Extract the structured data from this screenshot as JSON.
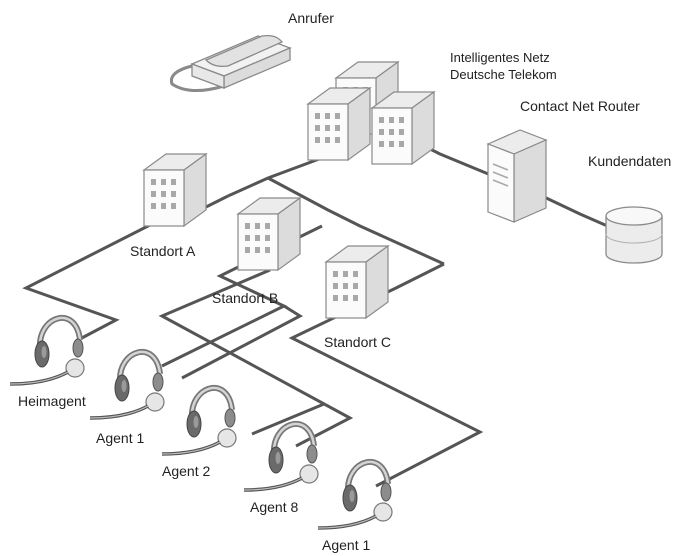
{
  "labels": {
    "caller": "Anrufer",
    "network_line1": "Intelligentes Netz",
    "network_line2": "Deutsche Telekom",
    "router": "Contact Net Router",
    "customer_data": "Kundendaten",
    "site_a": "Standort A",
    "site_b": "Standort B",
    "site_c": "Standort C",
    "home_agent": "Heimagent",
    "agent_1a": "Agent 1",
    "agent_2": "Agent 2",
    "agent_8": "Agent 8",
    "agent_1b": "Agent 1"
  },
  "colors": {
    "line": "#555555",
    "building_front": "#fbfbfb",
    "building_side": "#dcdcdc",
    "building_top": "#ececec",
    "window": "#a8a8a8",
    "outline": "#8a8a8a"
  },
  "icons": {
    "phone": "telephone-icon",
    "network": "building-cluster-icon",
    "router": "server-tower-icon",
    "database": "database-icon",
    "site": "building-icon",
    "headset": "headset-icon"
  }
}
